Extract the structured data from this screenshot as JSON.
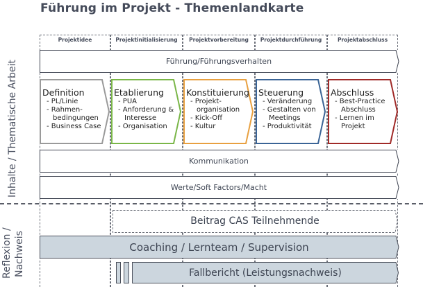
{
  "title": "Führung im Projekt - Themenlandkarte",
  "side_labels": {
    "top": "Inhalte / Thematische Arbeit",
    "bottom_line1": "Reflexion /",
    "bottom_line2": "Nachweis"
  },
  "phases": [
    "Projektidee",
    "Projektinitialisierung",
    "Projektvorbereitung",
    "Projektdurchführung",
    "Projektabschluss"
  ],
  "bars": {
    "fuehrung": "Führung/Führungsverhalten",
    "kommunikation": "Kommunikation",
    "werte": "Werte/Soft Factors/Macht"
  },
  "chevrons": [
    {
      "title": "Definition",
      "color": "#9a9a9a",
      "items": [
        [
          "PL/Linie"
        ],
        [
          "Rahmen-",
          "bedingungen"
        ],
        [
          "Business Case"
        ]
      ]
    },
    {
      "title": "Etablierung",
      "color": "#7ab648",
      "items": [
        [
          "PUA"
        ],
        [
          "Anforderung &",
          "Interesse"
        ],
        [
          "Organisation"
        ]
      ]
    },
    {
      "title": "Konstituierung",
      "color": "#e8a040",
      "items": [
        [
          "Projekt-",
          "organisation"
        ],
        [
          "Kick-Off"
        ],
        [
          "Kultur"
        ]
      ]
    },
    {
      "title": "Steuerung",
      "color": "#3a6496",
      "items": [
        [
          "Veränderung"
        ],
        [
          "Gestalten von",
          "Meetings"
        ],
        [
          "Produktivität"
        ]
      ]
    },
    {
      "title": "Abschluss",
      "color": "#a02a28",
      "items": [
        [
          "Best-Practice",
          "Abschluss"
        ],
        [
          "Lernen im",
          "Projekt"
        ]
      ]
    }
  ],
  "reflexion": {
    "beitrag": "Beitrag CAS Teilnehmende",
    "coaching": "Coaching / Lernteam / Supervision",
    "fallbericht": "Fallbericht (Leistungsnachweis)"
  },
  "colors": {
    "reflexion_fill": "#ccd6de",
    "outline": "#4a4f5a"
  }
}
